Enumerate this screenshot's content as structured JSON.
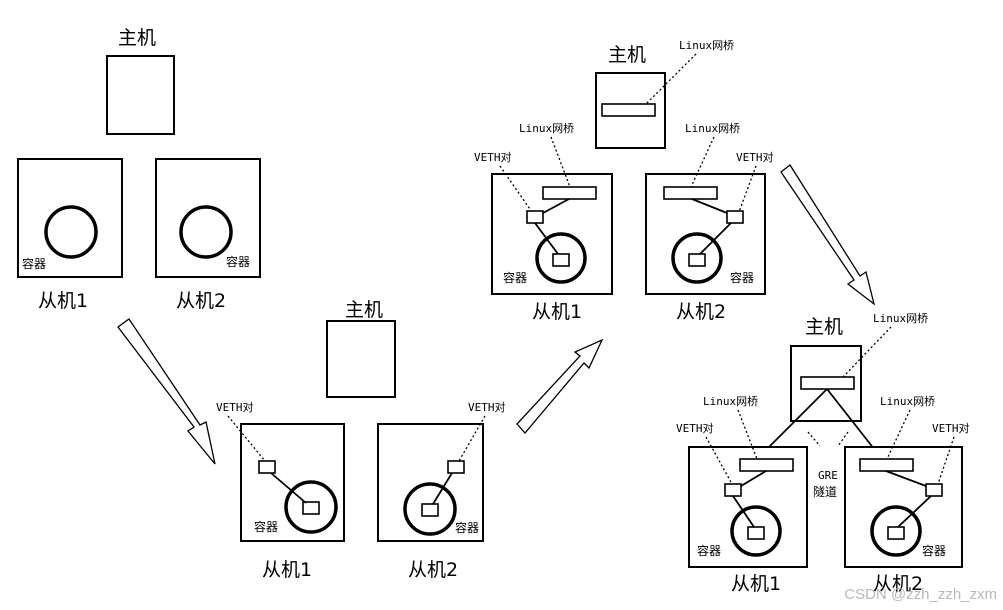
{
  "labels": {
    "host": "主机",
    "slave1": "从机1",
    "slave2": "从机2",
    "container": "容器",
    "veth_pair": "VETH对",
    "linux_bridge": "Linux网桥",
    "gre_line1": "GRE",
    "gre_line2": "隧道"
  },
  "watermark": "CSDN @zzh_zzh_zxm"
}
